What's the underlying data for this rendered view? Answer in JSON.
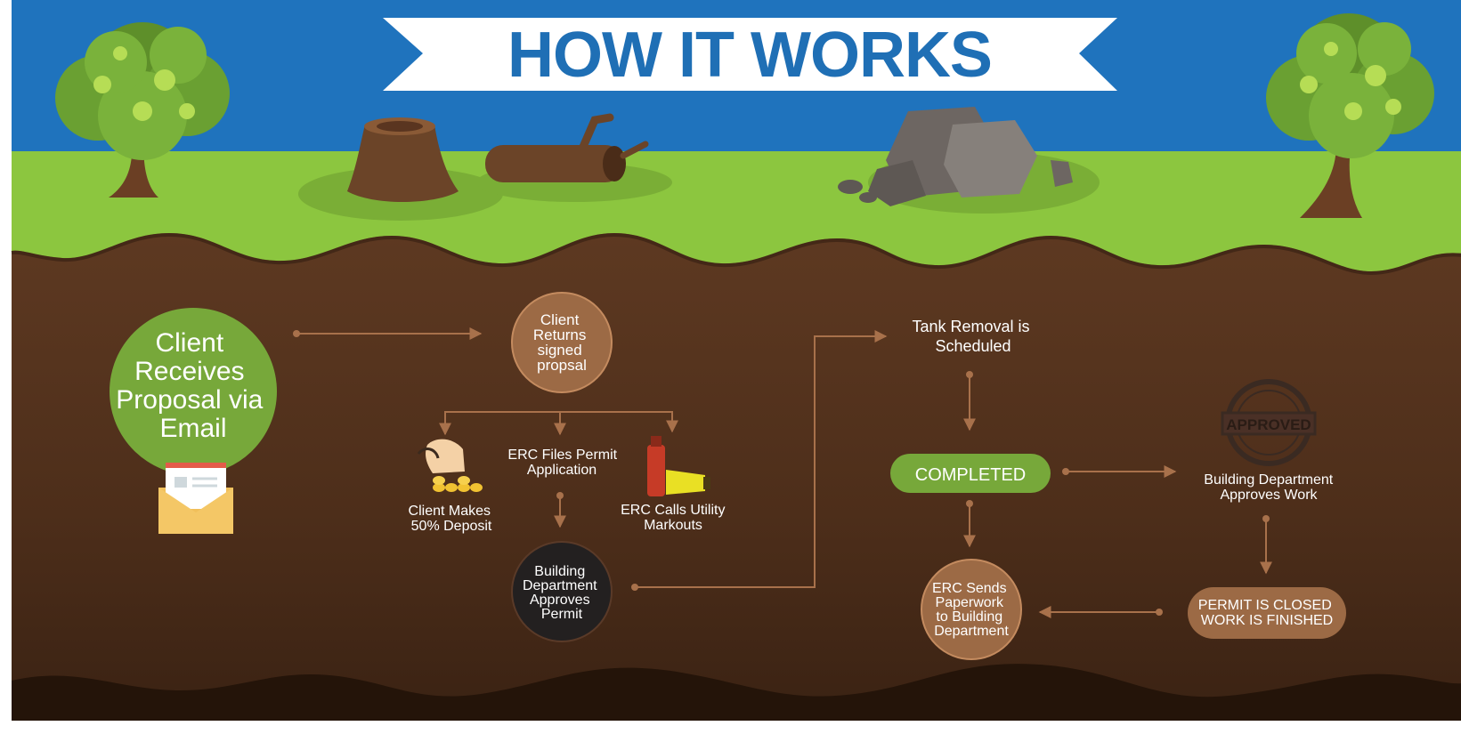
{
  "title": "HOW IT WORKS",
  "steps": {
    "receives_proposal": [
      "Client",
      "Receives",
      "Proposal via",
      "Email"
    ],
    "returns_proposal": [
      "Client",
      "Returns",
      "signed",
      "propsal"
    ],
    "files_permit": [
      "ERC Files Permit",
      "Application"
    ],
    "deposit": [
      "Client Makes",
      "50% Deposit"
    ],
    "utility_markouts": [
      "ERC Calls Utility",
      "Markouts"
    ],
    "approves_permit": [
      "Building",
      "Department",
      "Approves",
      "Permit"
    ],
    "tank_removal": [
      "Tank Removal is",
      "Scheduled"
    ],
    "completed": "COMPLETED",
    "dept_approves_work": [
      "Building Department",
      "Approves Work"
    ],
    "sends_paperwork": [
      "ERC Sends",
      "Paperwork",
      "to Building",
      "Department"
    ],
    "permit_closed": [
      "PERMIT IS CLOSED",
      "WORK IS FINISHED"
    ]
  },
  "stamp_text": "APPROVED",
  "colors": {
    "sky": "#1f73bd",
    "grass": "#8cc63f",
    "soil": "#5a3520",
    "soil_dark": "#2a170d",
    "banner_text": "#1f6fb5",
    "step_green": "#77a83a",
    "step_tan": "#9c6a45",
    "step_dark": "#232020",
    "connector": "#a8714b"
  },
  "icons": [
    "tree-icon",
    "stump-icon",
    "log-icon",
    "rocks-icon",
    "envelope-icon",
    "coins-hand-icon",
    "spray-can-icon",
    "approved-stamp-icon"
  ]
}
